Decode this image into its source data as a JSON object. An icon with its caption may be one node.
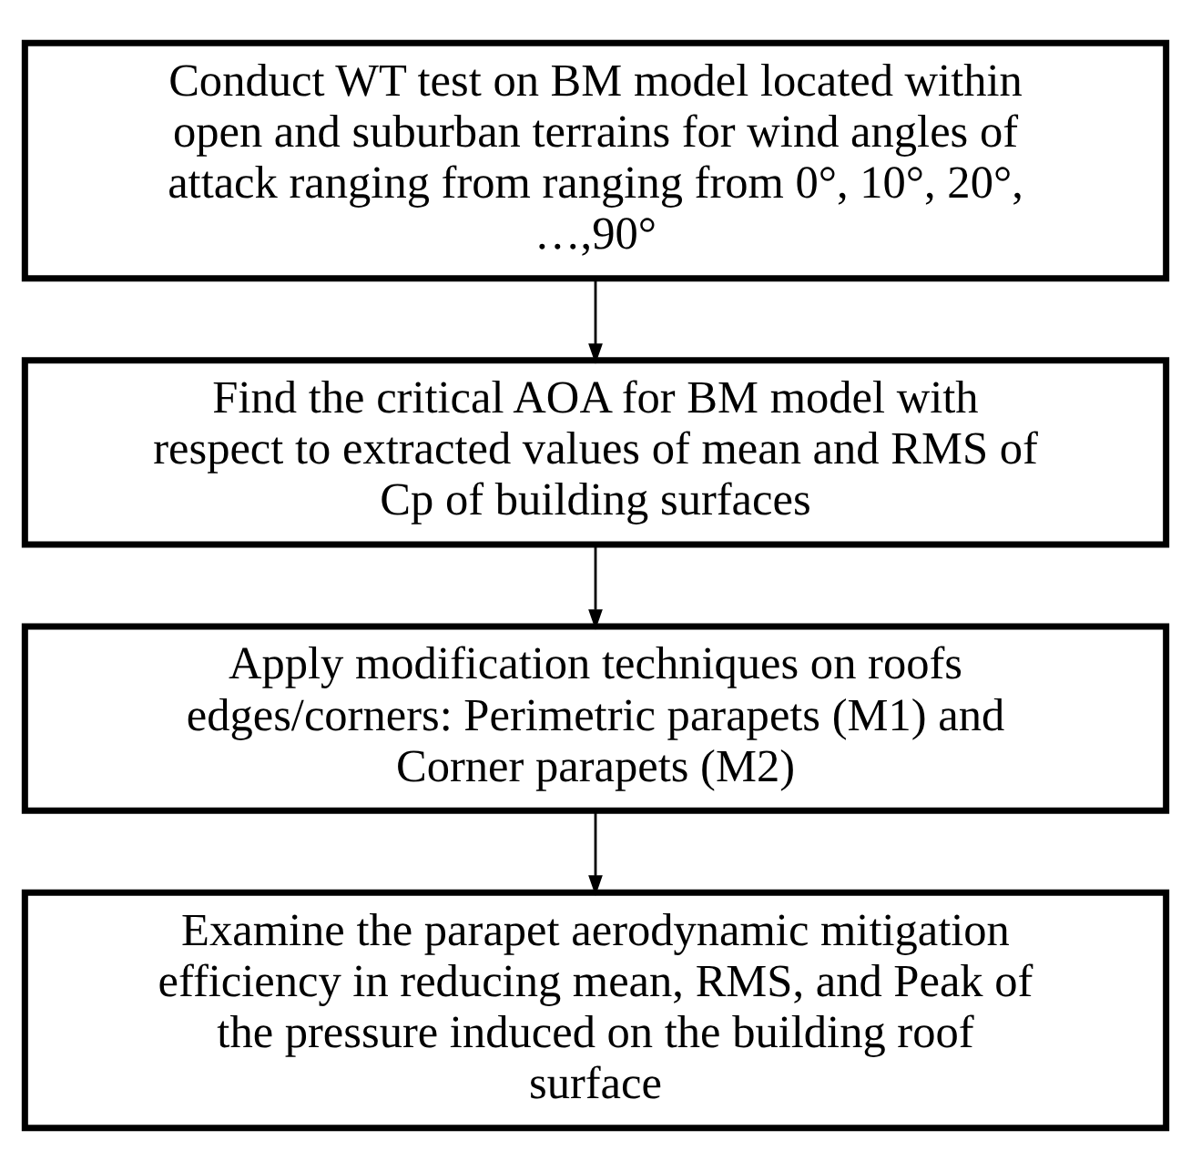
{
  "diagram": {
    "nodes": [
      {
        "text": [
          "Conduct WT test on BM model located within open and suburban terrains for wind angles of attack ranging from ranging from 0°, 10°, 20°, …,90°"
        ]
      },
      {
        "text": [
          "Find the critical AOA for BM model with respect to extracted values of mean and RMS of Cp of building surfaces"
        ]
      },
      {
        "text": [
          "Apply modification techniques on roofs edges/corners: Perimetric parapets (M1) and Corner parapets (M2)"
        ]
      },
      {
        "text": [
          "Examine the parapet aerodynamic mitigation efficiency in reducing mean, RMS, and Peak of the pressure induced on the building roof surface"
        ]
      }
    ],
    "edges": [
      {
        "from": 0,
        "to": 1,
        "arrow": "to"
      },
      {
        "from": 1,
        "to": 2,
        "arrow": "to"
      },
      {
        "from": 2,
        "to": 3,
        "arrow": "to"
      }
    ]
  }
}
